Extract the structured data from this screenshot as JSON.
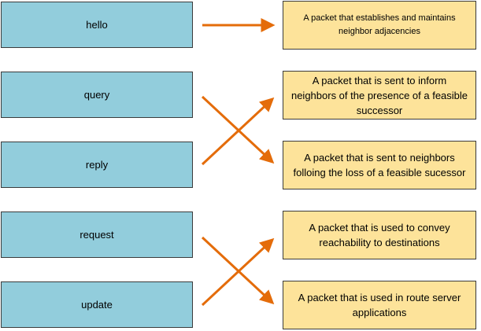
{
  "terms": [
    {
      "label": "hello"
    },
    {
      "label": "query"
    },
    {
      "label": "reply"
    },
    {
      "label": "request"
    },
    {
      "label": "update"
    }
  ],
  "definitions": [
    {
      "text": "A packet that establishes and maintains neighbor adjacencies"
    },
    {
      "text": "A packet that is sent to inform neighbors of the presence of a feasible successor"
    },
    {
      "text": "A packet that is sent to neighbors folloing the loss of a feasible sucessor"
    },
    {
      "text": "A packet that is used to convey reachability to destinations"
    },
    {
      "text": "A packet that is used in route server applications"
    }
  ],
  "matches": [
    {
      "term": "hello",
      "definition": 0
    },
    {
      "term": "query",
      "definition": 2
    },
    {
      "term": "reply",
      "definition": 1
    },
    {
      "term": "request",
      "definition": 4
    },
    {
      "term": "update",
      "definition": 3
    }
  ],
  "colors": {
    "term_fill": "#92cddc",
    "definition_fill": "#fde39a",
    "arrow": "#e46c0a",
    "border": "#3b3b3b"
  }
}
